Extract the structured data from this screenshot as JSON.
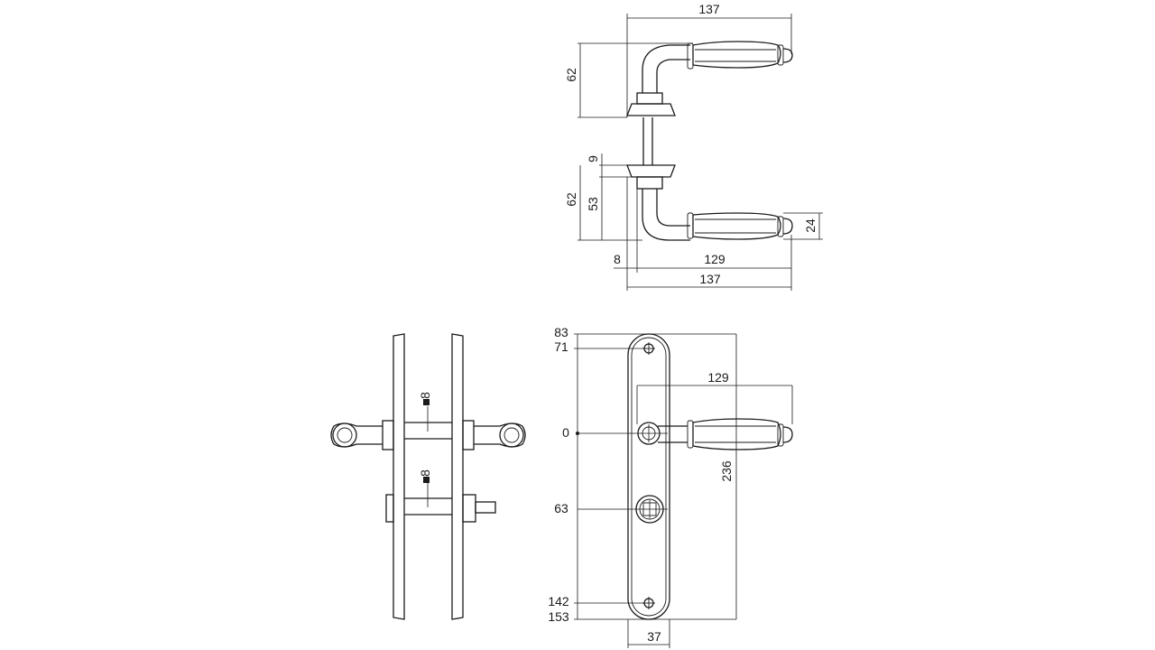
{
  "colors": {
    "line": "#1a1a1a",
    "background": "#ffffff"
  },
  "top_view": {
    "dim_total_width_top": "137",
    "dim_upper_lever_height": "62",
    "dim_rose_thickness": "9",
    "dim_lower_lever_height": "62",
    "dim_lower_lever_inner": "53",
    "dim_grip_diameter": "24",
    "dim_rose_offset": "8",
    "dim_lever_length": "129",
    "dim_total_width_bottom": "137"
  },
  "side_view": {
    "spindle_label_upper": "8",
    "spindle_label_lower": "8"
  },
  "front_view": {
    "dim_top_edge": "83",
    "dim_top_screw": "71",
    "dim_lever_length": "129",
    "dim_spindle_origin": "0",
    "dim_turn_center": "63",
    "dim_plate_height": "236",
    "dim_bottom_screw": "142",
    "dim_bottom_edge": "153",
    "dim_plate_width": "37"
  }
}
